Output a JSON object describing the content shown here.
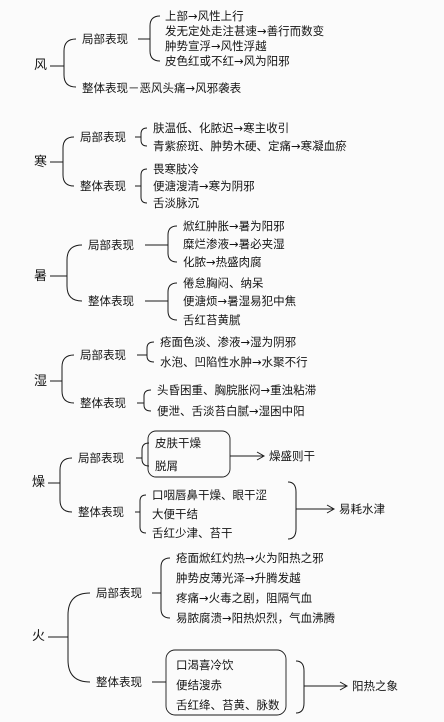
{
  "sections": [
    {
      "name": "风",
      "local_label": "局部表现",
      "local_items": [
        "上部→风性上行",
        "发无定处走注甚速→善行而数变",
        "肿势宣浮→风性浮越",
        "皮色红或不红→风为阳邪"
      ],
      "overall_line": "整体表现－恶风头痛→风邪袭表"
    },
    {
      "name": "寒",
      "local_label": "局部表现",
      "local_items": [
        "肤温低、化脓迟→寒主收引",
        "青紫瘀斑、肿势木硬、定痛→寒凝血瘀"
      ],
      "overall_label": "整体表现",
      "overall_items": [
        "畏寒肢冷",
        "便溏溲清→寒为阴邪",
        "舌淡脉沉"
      ]
    },
    {
      "name": "暑",
      "local_label": "局部表现",
      "local_items": [
        "焮红肿胀→暑为阳邪",
        "糜烂渗液→暑必夹湿",
        "化脓→热盛肉腐"
      ],
      "overall_label": "整体表现",
      "overall_items": [
        "倦怠胸闷、纳呆",
        "便溏烦→暑湿易犯中焦",
        "舌红苔黄腻"
      ]
    },
    {
      "name": "湿",
      "local_label": "局部表现",
      "local_items": [
        "疮面色淡、渗液→湿为阴邪",
        "水泡、凹陷性水肿→水聚不行"
      ],
      "overall_label": "整体表现",
      "overall_items": [
        "头昏困重、胸脘胀闷→重浊粘滞",
        "便泄、舌淡苔白腻→湿困中阳"
      ]
    },
    {
      "name": "燥",
      "local_label": "局部表现",
      "local_items": [
        "皮肤干燥",
        "脱屑"
      ],
      "local_result": "燥盛则干",
      "overall_label": "整体表现",
      "overall_items": [
        "口咽唇鼻干燥、眼干涩",
        "大便干结",
        "舌红少津、苔干"
      ],
      "overall_result": "易耗水津"
    },
    {
      "name": "火",
      "local_label": "局部表现",
      "local_items": [
        "疮面焮红灼热→火为阳热之邪",
        "肿势皮薄光泽→升腾发越",
        "疼痛→火毒之剧，阻隔气血",
        "易脓腐溃→阳热炽烈，气血沸腾"
      ],
      "overall_label": "整体表现",
      "overall_items": [
        "口渴喜冷饮",
        "便结溲赤",
        "舌红绛、苔黄、脉数"
      ],
      "overall_result": "阳热之象"
    }
  ]
}
